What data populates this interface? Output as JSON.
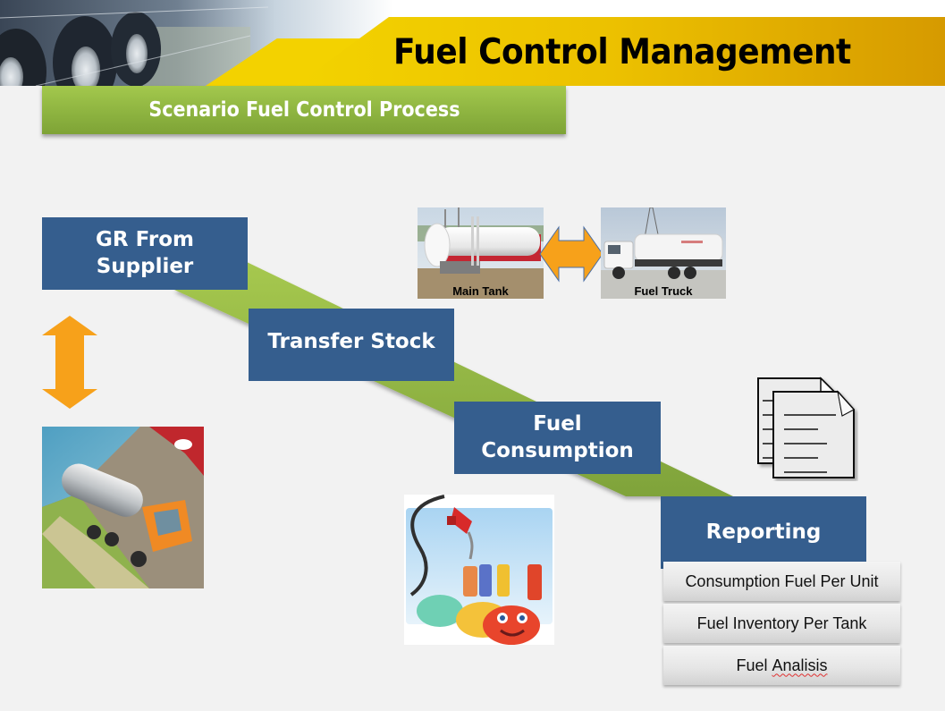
{
  "header": {
    "title": "Fuel Control Management"
  },
  "section": {
    "title": "Scenario Fuel Control Process"
  },
  "process_steps": [
    {
      "id": "gr",
      "label_line1": "GR From",
      "label_line2": "Supplier"
    },
    {
      "id": "transfer",
      "label": "Transfer Stock"
    },
    {
      "id": "consumption",
      "label_line1": "Fuel",
      "label_line2": "Consumption"
    },
    {
      "id": "reporting",
      "label": "Reporting"
    }
  ],
  "transfer_images": {
    "main_tank_caption": "Main Tank",
    "fuel_truck_caption": "Fuel Truck"
  },
  "reports": [
    {
      "label": "Consumption Fuel Per Unit"
    },
    {
      "label": "Fuel Inventory Per Tank"
    },
    {
      "label_prefix": "Fuel ",
      "label_flagged": "Analisis"
    }
  ],
  "icons": {
    "vertical_arrow": "double-arrow-vertical-icon",
    "horizontal_arrow": "double-arrow-horizontal-icon",
    "documents": "documents-icon"
  },
  "colors": {
    "process_box": "#355e8e",
    "banner_green": "#8cb23f",
    "arrow_orange": "#f7a11a",
    "header_yellow": "#f5d800",
    "header_gold": "#d69a00"
  }
}
